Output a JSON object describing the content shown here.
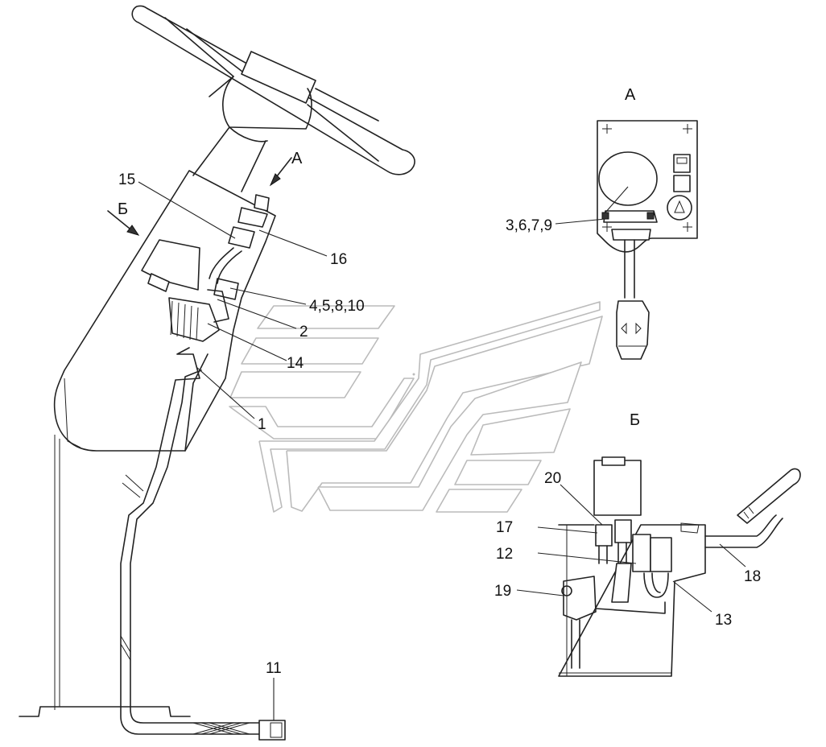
{
  "views": {
    "view_a_title": "А",
    "view_b_title": "Б",
    "arrow_a_label": "А",
    "arrow_b_label": "Б"
  },
  "callouts": {
    "c1": "1",
    "c2": "2",
    "c4_5_8_10": "4,5,8,10",
    "c11": "11",
    "c12": "12",
    "c13": "13",
    "c14": "14",
    "c15": "15",
    "c16": "16",
    "c17": "17",
    "c18": "18",
    "c19": "19",
    "c20": "20",
    "c3_6_7_9": "3,6,7,9"
  },
  "colors": {
    "line": "#222222",
    "watermark": "#bbbbbb",
    "background": "#ffffff"
  }
}
